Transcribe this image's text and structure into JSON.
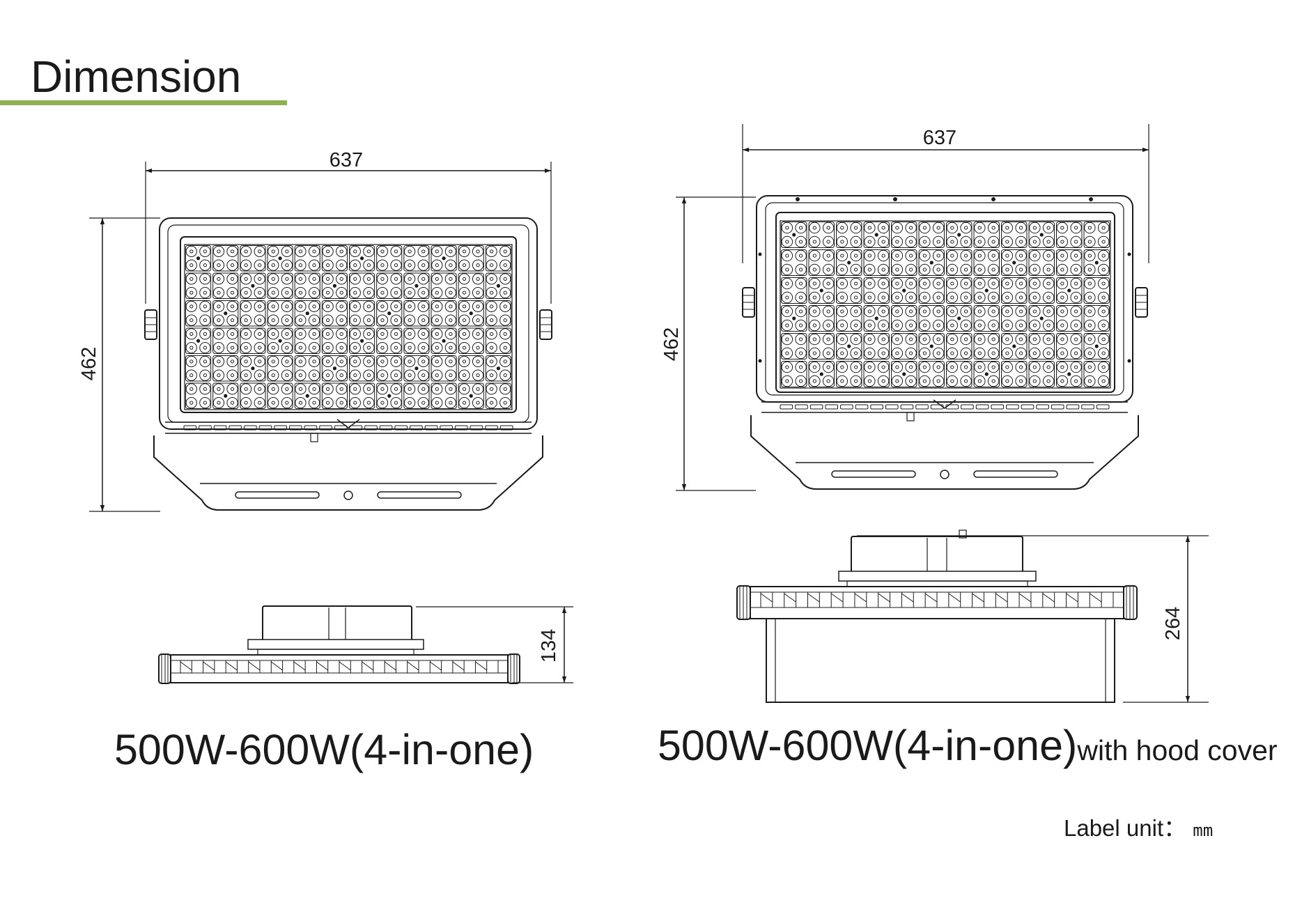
{
  "heading": "Dimension",
  "colors": {
    "accent": "#8db24e",
    "line": "#1a1a1a"
  },
  "left_view": {
    "caption": "500W-600W(4-in-one)",
    "width_label": "637",
    "height_label": "462",
    "depth_label": "134"
  },
  "right_view": {
    "caption_main": "500W-600W(4-in-one)",
    "caption_suffix": "with hood cover",
    "width_label": "637",
    "height_label": "462",
    "depth_label": "264"
  },
  "unit_note": {
    "label": "Label unit：",
    "unit": "mm"
  }
}
